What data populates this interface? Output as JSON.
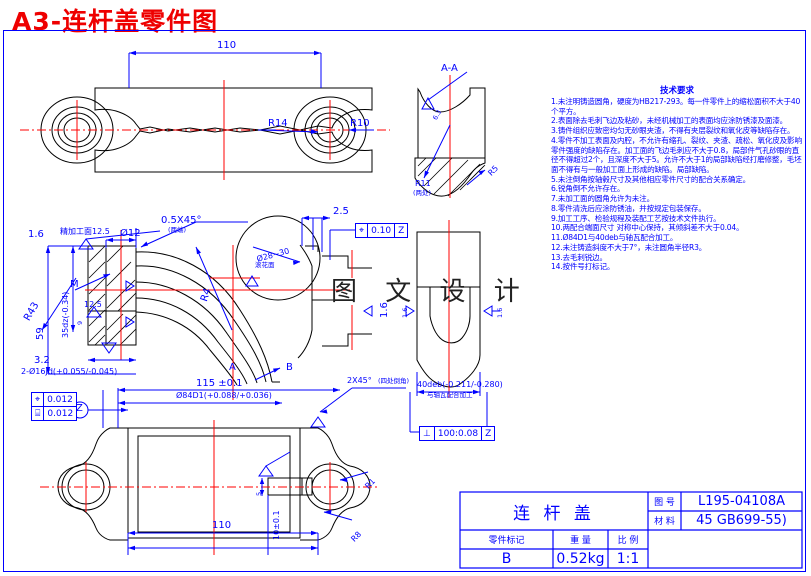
{
  "sheet": {
    "title": "A3-连杆盖零件图",
    "title_color": "#ee0000",
    "line_color": "#0000ff",
    "outline_color": "#000000",
    "center_color": "#ff0000",
    "watermark": "图 文 设 计"
  },
  "views": {
    "top": {
      "width_dim": "110",
      "r14": "R14",
      "r10": "R10"
    },
    "section_aa": {
      "label": "A-A",
      "r11": "R11",
      "r11_note": "(两处)",
      "r5": "R5",
      "finish": "6.3"
    },
    "front": {
      "finish_16": "1.6",
      "fine_note": "精加工面12.5",
      "d12": "Ø12",
      "chamfer": "0.5X45°",
      "chamfer_note": "(两端)",
      "height_35": "35dz(-0.34)",
      "height_59": "59",
      "finish_32": "3.2",
      "holes": "2-Ø16Jd(+0.055/-0.045)",
      "mark_m": "M",
      "finish_125": "12.5",
      "dim_9": "9",
      "r43": "R43",
      "r4": "R4",
      "d28_30": "Ø28~30",
      "knurl_note": "滚花面",
      "dim_25": "2.5",
      "letter_a": "A",
      "letter_b": "B",
      "finish_16_side": "1.6"
    },
    "right": {
      "width": "40deb(-0.211/-0.280)",
      "width_note": "与轴瓦配合加工",
      "finish_16_left": "1.6",
      "finish_16_right": "1.6"
    },
    "bottom": {
      "dim_115": "115 ±0.1",
      "dim_d84": "Ø84D1(+0.088/+0.036)",
      "dim_110": "110",
      "dim_10": "10±0.1",
      "dim_5": "5",
      "chamfer": "2X45°",
      "chamfer_note": "(四处倒角)",
      "r1": "R1",
      "r8": "R8"
    }
  },
  "tolerances": {
    "pos_010": {
      "symbol": "⌖",
      "value": "0.10",
      "datum": "Z"
    },
    "perp_100": {
      "symbol": "⊥",
      "value": "100:0.08",
      "datum": "Z"
    },
    "pos_012": {
      "symbol": "⌖",
      "value": "0.012"
    },
    "sym_012": {
      "symbol": "⌸",
      "value": "0.012"
    },
    "datum_z": "Z"
  },
  "tech_req": {
    "heading": "技术要求",
    "items": [
      "1.未注明铸造圆角，硬度为HB217-293。每一件零件上的缩松面积不大于40个平方。",
      "2.表面除去毛刺飞边及粘砂，未经机械加工的表面均应涂防锈漆及面漆。",
      "3.铸件组织应致密均匀无砂眼夹渣，不得有夹层裂纹和氧化皮等缺陷存在。",
      "4.零件不加工表面及内腔，不允许有缩孔、裂纹、夹渣、疏松、氧化皮及影响零件强度的缺陷存在。加工面的飞边毛刺应不大于0.8，局部件气孔砂眼的直径不得超过2个，且深度不大于5。允许不大于1的局部缺陷经打磨修整，毛坯面不得有与一般加工面上形成的缺陷。局部缺陷。",
      "5.未注倒角按轴毂尺寸及其他相应零件尺寸的配合关系确定。",
      "6.锐角倒不允许存在。",
      "7.未加工面的圆角允许为未注。",
      "8.零件清洗后应涂防锈油，并按规定包装保存。",
      "9.加工工序、检验规程及装配工艺按技术文件执行。",
      "10.两配合端面尺寸        对称中心保持，其倾斜差不大于0.04。",
      "11.Ø84D1与40deb与轴瓦配合加工。",
      "12.未注铸造斜度不大于7°，未注圆角半径R3。",
      "13.去毛刺锐边。",
      "14.按件号打标记。"
    ]
  },
  "title_block": {
    "part_name": "连 杆 盖",
    "drawing_no_label": "图 号",
    "drawing_no": "L195-04108A",
    "material_label": "材 料",
    "material": "45 GB699-55)",
    "mark_label": "零件标记",
    "weight_label": "重 量",
    "scale_label": "比 例",
    "mark": "B",
    "weight": "0.52kg",
    "scale": "1:1"
  }
}
